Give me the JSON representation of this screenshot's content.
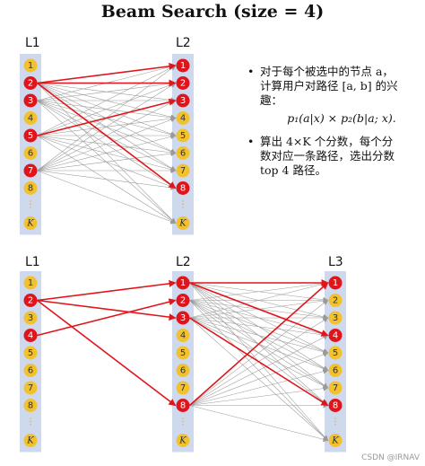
{
  "title": "Beam Search (size = 4)",
  "top_panel": {
    "left_column_label": "L1",
    "right_column_label": "L2",
    "left_nodes": [
      {
        "label": "1",
        "selected": false
      },
      {
        "label": "2",
        "selected": true
      },
      {
        "label": "3",
        "selected": true
      },
      {
        "label": "4",
        "selected": false
      },
      {
        "label": "5",
        "selected": true
      },
      {
        "label": "6",
        "selected": false
      },
      {
        "label": "7",
        "selected": true
      },
      {
        "label": "8",
        "selected": false
      },
      {
        "label": "⋮",
        "selected": false
      },
      {
        "label": "K",
        "selected": false
      }
    ],
    "right_nodes": [
      {
        "label": "1",
        "selected": true
      },
      {
        "label": "2",
        "selected": true
      },
      {
        "label": "3",
        "selected": true
      },
      {
        "label": "4",
        "selected": false
      },
      {
        "label": "5",
        "selected": false
      },
      {
        "label": "6",
        "selected": false
      },
      {
        "label": "7",
        "selected": false
      },
      {
        "label": "8",
        "selected": true
      },
      {
        "label": "⋮",
        "selected": false
      },
      {
        "label": "K",
        "selected": false
      }
    ],
    "highlighted_paths": [
      [
        1,
        0
      ],
      [
        1,
        1
      ],
      [
        4,
        2
      ],
      [
        1,
        7
      ]
    ]
  },
  "bottom_panel": {
    "column_labels": [
      "L1",
      "L2",
      "L3"
    ],
    "col1_nodes": [
      {
        "label": "1",
        "selected": false
      },
      {
        "label": "2",
        "selected": true
      },
      {
        "label": "3",
        "selected": false
      },
      {
        "label": "4",
        "selected": true
      },
      {
        "label": "5",
        "selected": false
      },
      {
        "label": "6",
        "selected": false
      },
      {
        "label": "7",
        "selected": false
      },
      {
        "label": "8",
        "selected": false
      },
      {
        "label": "⋮",
        "selected": false
      },
      {
        "label": "K",
        "selected": false
      }
    ],
    "col2_nodes": [
      {
        "label": "1",
        "selected": true
      },
      {
        "label": "2",
        "selected": true
      },
      {
        "label": "3",
        "selected": true
      },
      {
        "label": "4",
        "selected": false
      },
      {
        "label": "5",
        "selected": false
      },
      {
        "label": "6",
        "selected": false
      },
      {
        "label": "7",
        "selected": false
      },
      {
        "label": "8",
        "selected": true
      },
      {
        "label": "⋮",
        "selected": false
      },
      {
        "label": "K",
        "selected": false
      }
    ],
    "col3_nodes": [
      {
        "label": "1",
        "selected": true
      },
      {
        "label": "2",
        "selected": false
      },
      {
        "label": "3",
        "selected": false
      },
      {
        "label": "4",
        "selected": true
      },
      {
        "label": "5",
        "selected": false
      },
      {
        "label": "6",
        "selected": false
      },
      {
        "label": "7",
        "selected": false
      },
      {
        "label": "8",
        "selected": true
      },
      {
        "label": "⋮",
        "selected": false
      },
      {
        "label": "K",
        "selected": false
      }
    ],
    "highlighted_paths_1_2": [
      [
        1,
        0
      ],
      [
        3,
        1
      ],
      [
        1,
        2
      ],
      [
        1,
        7
      ]
    ],
    "highlighted_paths_2_3": [
      [
        0,
        0
      ],
      [
        0,
        3
      ],
      [
        2,
        7
      ],
      [
        7,
        0
      ]
    ]
  },
  "notes": {
    "bullet1_line1": "对于每个被选中的节点 a，",
    "bullet1_line2": "计算用户对路径 [a, b] 的兴",
    "bullet1_line3": "趣：",
    "formula": "p₁(a|x) × p₂(b|a; x).",
    "bullet2_line1": "算出 4×K 个分数，每个分",
    "bullet2_line2": "数对应一条路径，选出分数",
    "bullet2_line3": "top 4 路径。"
  },
  "watermark": "CSDN @IRNAV",
  "colors": {
    "panel": "#cfd9ee",
    "node_default": "#f2c12e",
    "node_selected": "#e0151b",
    "edge_gray": "#9a9a9a",
    "edge_red": "#e0151b"
  }
}
